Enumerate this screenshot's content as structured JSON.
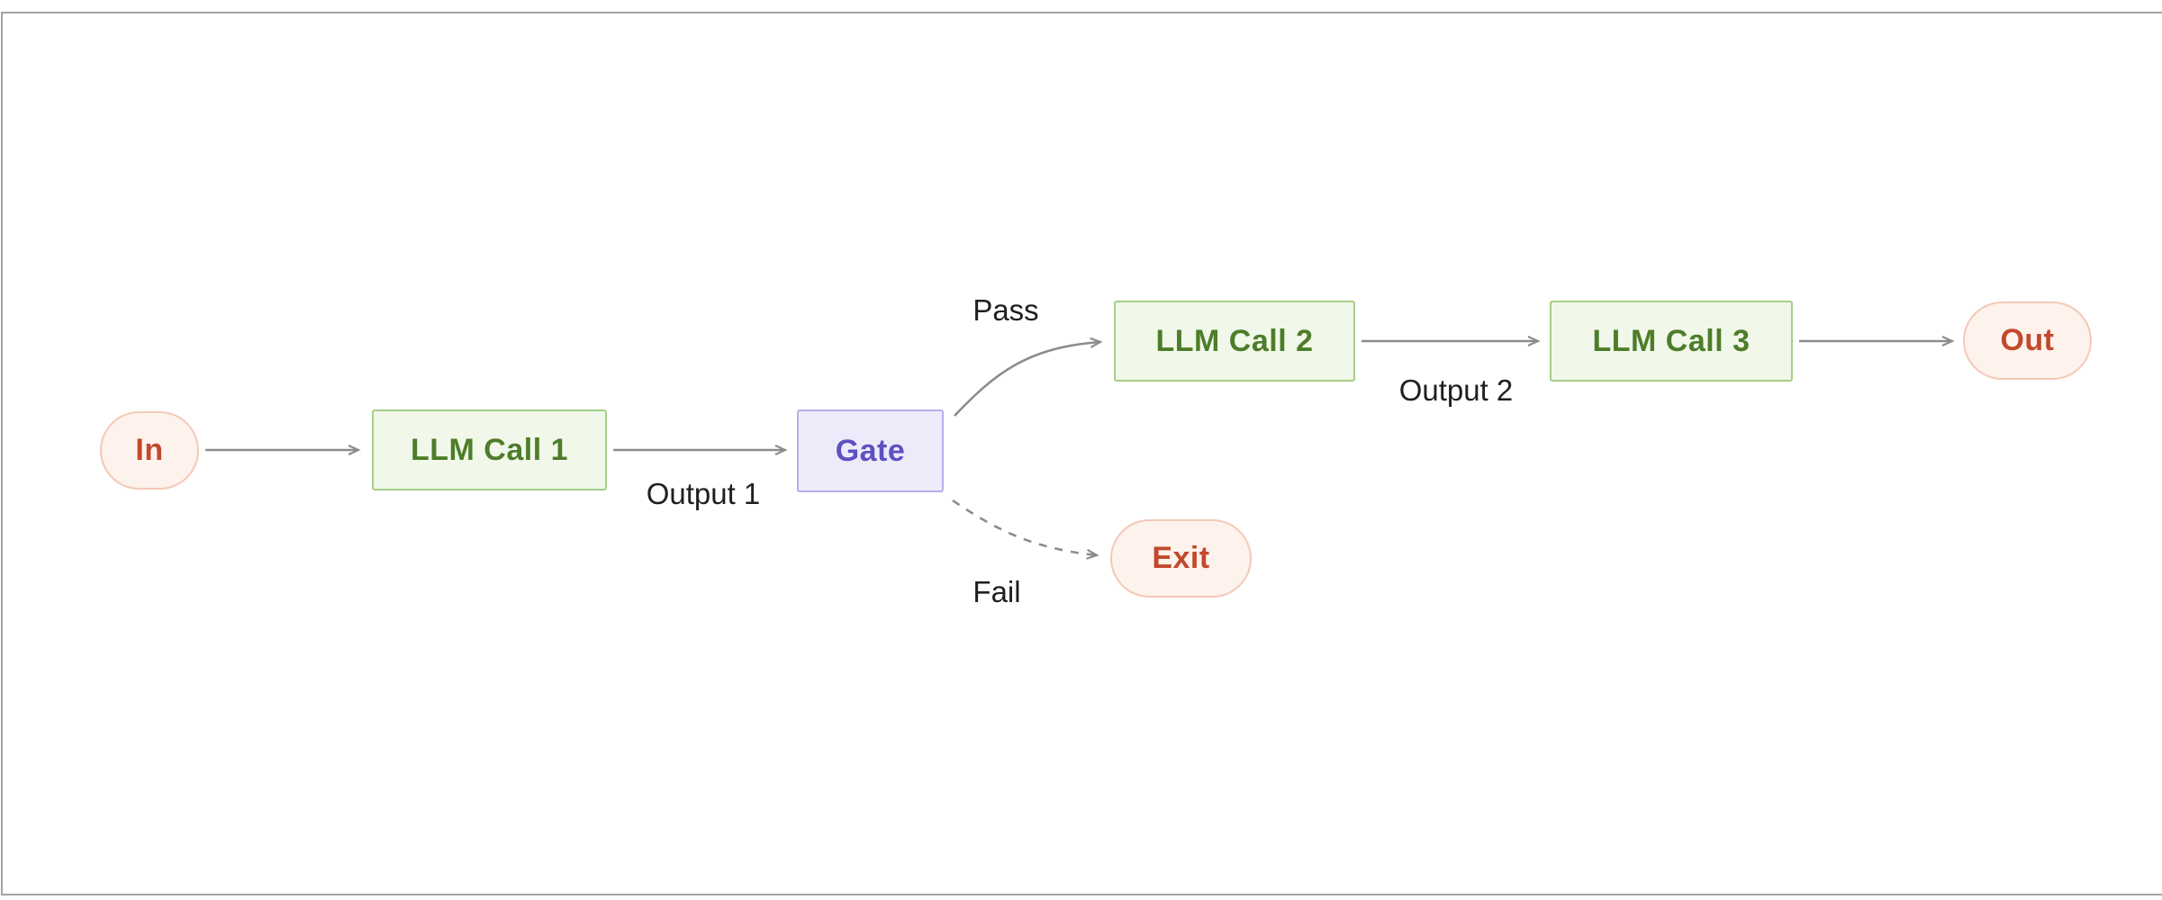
{
  "diagram": {
    "nodes": {
      "in": {
        "label": "In"
      },
      "llm1": {
        "label": "LLM Call 1"
      },
      "gate": {
        "label": "Gate"
      },
      "llm2": {
        "label": "LLM Call 2"
      },
      "llm3": {
        "label": "LLM Call 3"
      },
      "out": {
        "label": "Out"
      },
      "exit": {
        "label": "Exit"
      }
    },
    "edges": {
      "output1": {
        "label": "Output 1"
      },
      "pass": {
        "label": "Pass"
      },
      "output2": {
        "label": "Output 2"
      },
      "fail": {
        "label": "Fail"
      }
    },
    "colors": {
      "llm_fill": "#f1f8ea",
      "llm_border": "#a5cf87",
      "llm_text": "#4e7d2a",
      "gate_fill": "#edebfa",
      "gate_border": "#b7aee8",
      "gate_text": "#5d50c0",
      "terminal_fill": "#fdf2ec",
      "terminal_border": "#f3c9b6",
      "terminal_text": "#c1492c",
      "edge": "#8c8c8c",
      "label_text": "#1f1f1f"
    }
  }
}
